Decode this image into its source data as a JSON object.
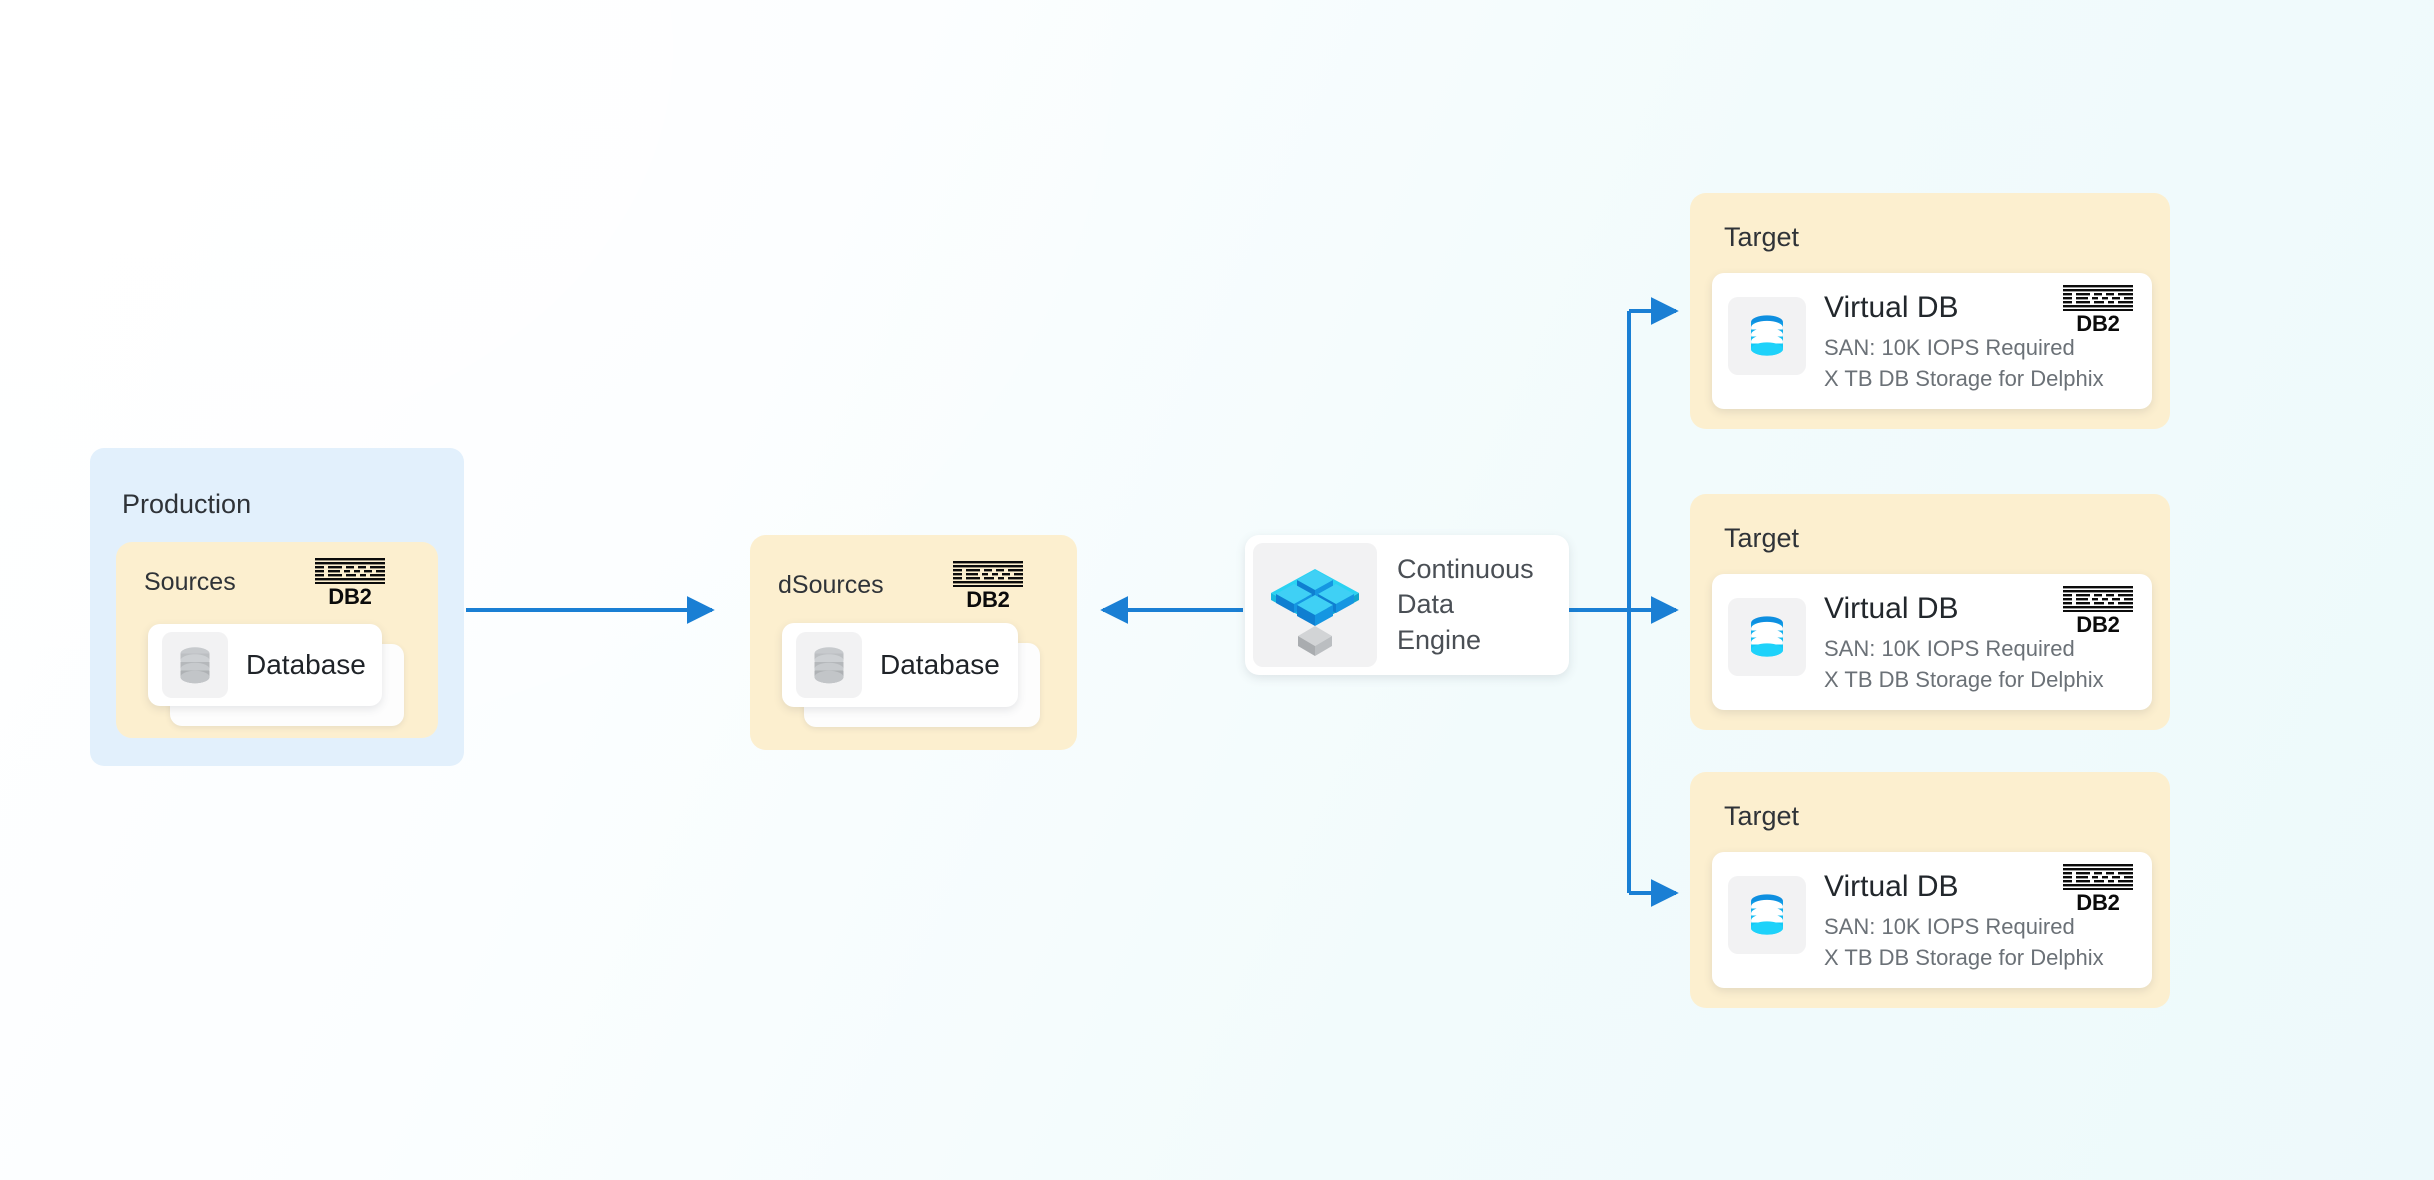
{
  "background": {
    "from": "#ffffff",
    "to": "#edf9fb"
  },
  "colors": {
    "production_panel": "#e2f0fc",
    "cream_panel": "#fcefcf",
    "card_white": "#ffffff",
    "arrow_blue": "#1a7fd4",
    "icon_tile": "#f2f2f3",
    "db_icon_gray": "#b9bcbf",
    "vdb_icon_cyan": "#13c3f3",
    "vdb_icon_blue": "#0e8fe0",
    "engine_cyan": "#2ad2f2",
    "engine_blue": "#118ade",
    "engine_gray": "#b8babd",
    "text_dark": "#22272c",
    "text_muted": "#6b7177"
  },
  "production": {
    "title": "Production",
    "sources": {
      "title": "Sources",
      "vendor": {
        "mark": "IBM",
        "product": "DB2"
      },
      "database": {
        "label": "Database",
        "icon": "database-cylinder-icon"
      }
    }
  },
  "dsources": {
    "title": "dSources",
    "vendor": {
      "mark": "IBM",
      "product": "DB2"
    },
    "database": {
      "label": "Database",
      "icon": "database-cylinder-icon"
    }
  },
  "engine": {
    "label": "Continuous\nData\nEngine",
    "icon": "continuous-data-engine-cubes-icon"
  },
  "targets": [
    {
      "title": "Target",
      "vdb": {
        "title": "Virtual DB",
        "sub1": "SAN: 10K IOPS Required",
        "sub2": "X TB DB Storage for Delphix",
        "icon": "virtual-db-cylinder-icon",
        "vendor": {
          "mark": "IBM",
          "product": "DB2"
        }
      }
    },
    {
      "title": "Target",
      "vdb": {
        "title": "Virtual DB",
        "sub1": "SAN: 10K IOPS Required",
        "sub2": "X TB DB Storage for Delphix",
        "icon": "virtual-db-cylinder-icon",
        "vendor": {
          "mark": "IBM",
          "product": "DB2"
        }
      }
    },
    {
      "title": "Target",
      "vdb": {
        "title": "Virtual DB",
        "sub1": "SAN: 10K IOPS Required",
        "sub2": "X TB DB Storage for Delphix",
        "icon": "virtual-db-cylinder-icon",
        "vendor": {
          "mark": "IBM",
          "product": "DB2"
        }
      }
    }
  ],
  "flows": [
    {
      "name": "production-to-dsources",
      "direction": "right"
    },
    {
      "name": "engine-to-dsources",
      "direction": "left"
    },
    {
      "name": "engine-to-target-1",
      "direction": "right"
    },
    {
      "name": "engine-to-target-2",
      "direction": "right"
    },
    {
      "name": "engine-to-target-3",
      "direction": "right"
    }
  ]
}
